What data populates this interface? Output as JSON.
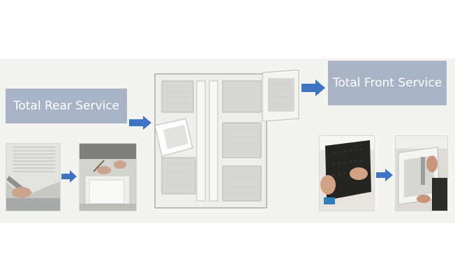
{
  "labels": {
    "rear": "Total Rear Service",
    "front": "Total Front Service"
  },
  "colors": {
    "label_bg": "#a9b3c6",
    "arrow": "#3f74c2",
    "background": "#f3f3f1"
  },
  "images": [
    "rear-service-photo-1",
    "rear-service-photo-2",
    "cabinet-rear-view",
    "front-service-photo-1",
    "front-service-photo-2"
  ],
  "icons": [
    "arrow-right-icon"
  ]
}
